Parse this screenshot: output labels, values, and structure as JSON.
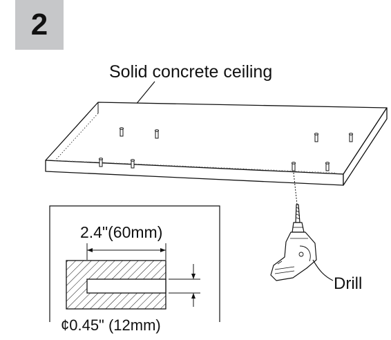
{
  "step": {
    "number": "2"
  },
  "labels": {
    "ceiling": "Solid concrete ceiling",
    "drill": "Drill",
    "hole_spacing": "2.4\"(60mm)",
    "hole_diameter": "¢0.45\" (12mm)"
  },
  "icons": {
    "drill": "drill-icon",
    "anchor": "wall-anchor-icon"
  },
  "colors": {
    "badge": "#c6c7c9",
    "line": "#111111"
  }
}
